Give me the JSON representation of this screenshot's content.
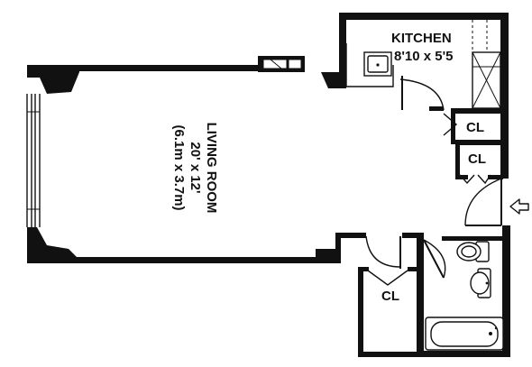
{
  "rooms": {
    "kitchen": {
      "name": "KITCHEN",
      "dims": "8'10 x 5'5"
    },
    "living": {
      "name": "LIVING ROOM",
      "dims_imperial": "20' x 12'",
      "dims_metric": "(6.1m x 3.7m)"
    },
    "closet_upper_a": {
      "name": "CL"
    },
    "closet_upper_b": {
      "name": "CL"
    },
    "closet_lower": {
      "name": "CL"
    }
  },
  "icons": {
    "entry": "entry-arrow-icon"
  }
}
